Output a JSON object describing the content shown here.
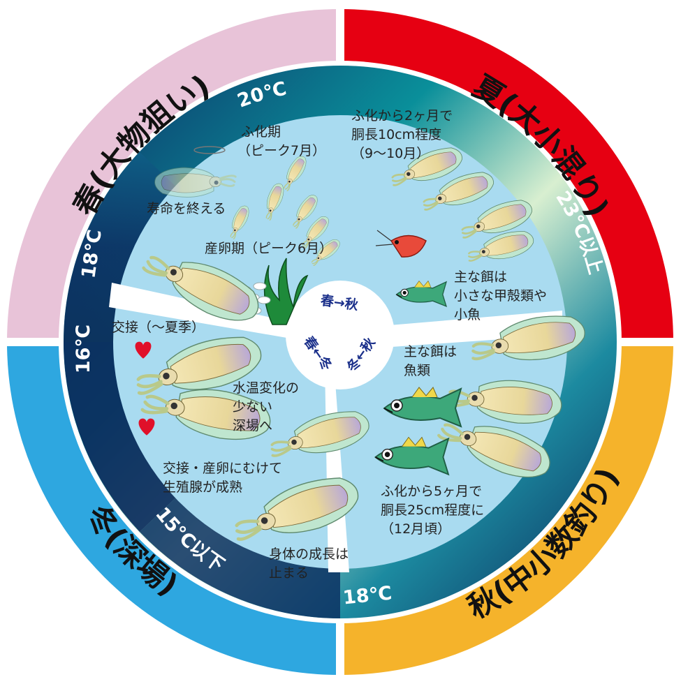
{
  "seasons": {
    "spring": "春(大物狙い)",
    "summer": "夏(大小混り)",
    "autumn": "秋(中小数釣り)",
    "winter": "冬(深場)"
  },
  "temperatures": {
    "t20": "20℃",
    "t23": "23℃以上",
    "t18_left": "18℃",
    "t16": "16℃",
    "t15": "15℃以下",
    "t18_bottom": "18℃"
  },
  "center": {
    "spring_autumn": "春→秋",
    "spring_winter": "春←冬",
    "winter_autumn": "冬←秋"
  },
  "labels": {
    "hatch_period": [
      "ふ化期",
      "（ピーク7月）"
    ],
    "life_end": "寿命を終える",
    "spawn_period": "産卵期（ピーク6月）",
    "mating_summer": "交接（〜夏季）",
    "deep_water": [
      "水温変化の",
      "少ない",
      "深場へ"
    ],
    "maturing": [
      "交接・産卵にむけて",
      "生殖腺が成熟"
    ],
    "growth_stop": [
      "身体の成長は",
      "止まる"
    ],
    "two_months": [
      "ふ化から2ヶ月で",
      "胴長10cm程度",
      "（9〜10月）"
    ],
    "food_small": [
      "主な餌は",
      "小さな甲殻類や",
      "小魚"
    ],
    "food_fish": [
      "主な餌は",
      "魚類"
    ],
    "five_months": [
      "ふ化から5ヶ月で",
      "胴長25cm程度に",
      "（12月頃）"
    ]
  },
  "colors": {
    "spring": "#e8c3d8",
    "summer": "#e60012",
    "autumn": "#f5b32b",
    "winter": "#2ea7e0",
    "water": "#a9dbf0",
    "ring_dark": "#12305f",
    "ring_teal": "#0fa3a3"
  },
  "icons": [
    "squid-icon",
    "fish-icon",
    "shrimp-icon",
    "heart-icon",
    "seaweed-icon",
    "egg-cluster-icon"
  ]
}
